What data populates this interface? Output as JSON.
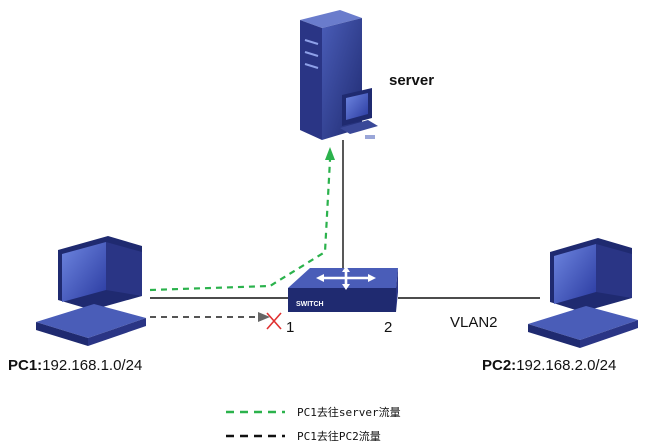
{
  "devices": {
    "server": {
      "label": "server"
    },
    "pc1": {
      "name": "PC1:",
      "ip": "192.168.1.0/24"
    },
    "pc2": {
      "name": "PC2:",
      "ip": "192.168.2.0/24"
    },
    "switch": {
      "label": "SWITCH"
    }
  },
  "ports": {
    "port1": "1",
    "port2": "2"
  },
  "links": {
    "vlan_label": "VLAN2"
  },
  "legend": {
    "green_label": "PC1去往server流量",
    "black_label": "PC1去往PC2流量"
  },
  "colors": {
    "device_blue": "#2e3a8c",
    "green_flow": "#2bb24c",
    "gray_flow": "#555555",
    "blocked_x": "#e03030"
  },
  "icons": [
    "server-tower-icon",
    "desktop-pc-icon",
    "switch-icon",
    "blocked-x-icon"
  ]
}
